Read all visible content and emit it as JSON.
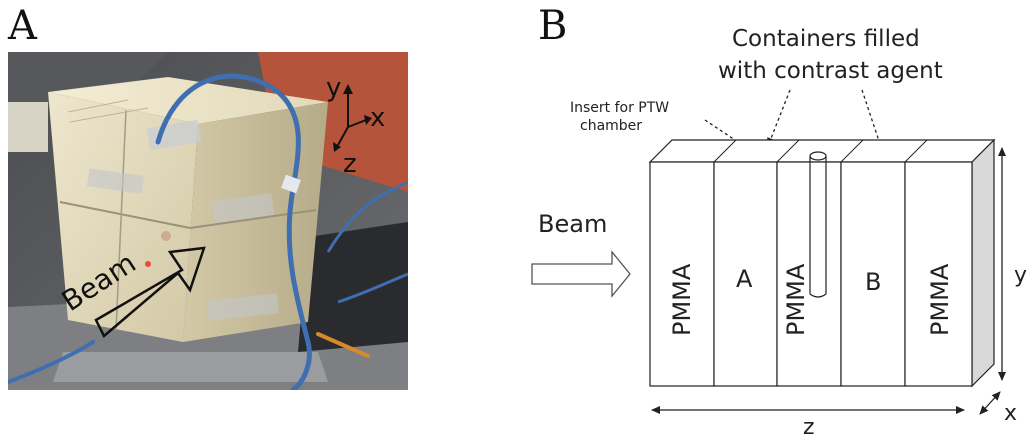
{
  "panel_a": {
    "letter": "A",
    "beam_label": "Beam",
    "axis_y": "y",
    "axis_x": "x",
    "axis_z": "z"
  },
  "panel_b": {
    "letter": "B",
    "containers_label_line1": "Containers filled",
    "containers_label_line2": "with contrast agent",
    "insert_label_line1": "Insert for PTW",
    "insert_label_line2": "chamber",
    "beam_label": "Beam",
    "slab_labels": [
      "PMMA",
      "A",
      "PMMA",
      "B",
      "PMMA"
    ],
    "dimension_y": "y",
    "dimension_z": "z",
    "dimension_x": "x"
  }
}
